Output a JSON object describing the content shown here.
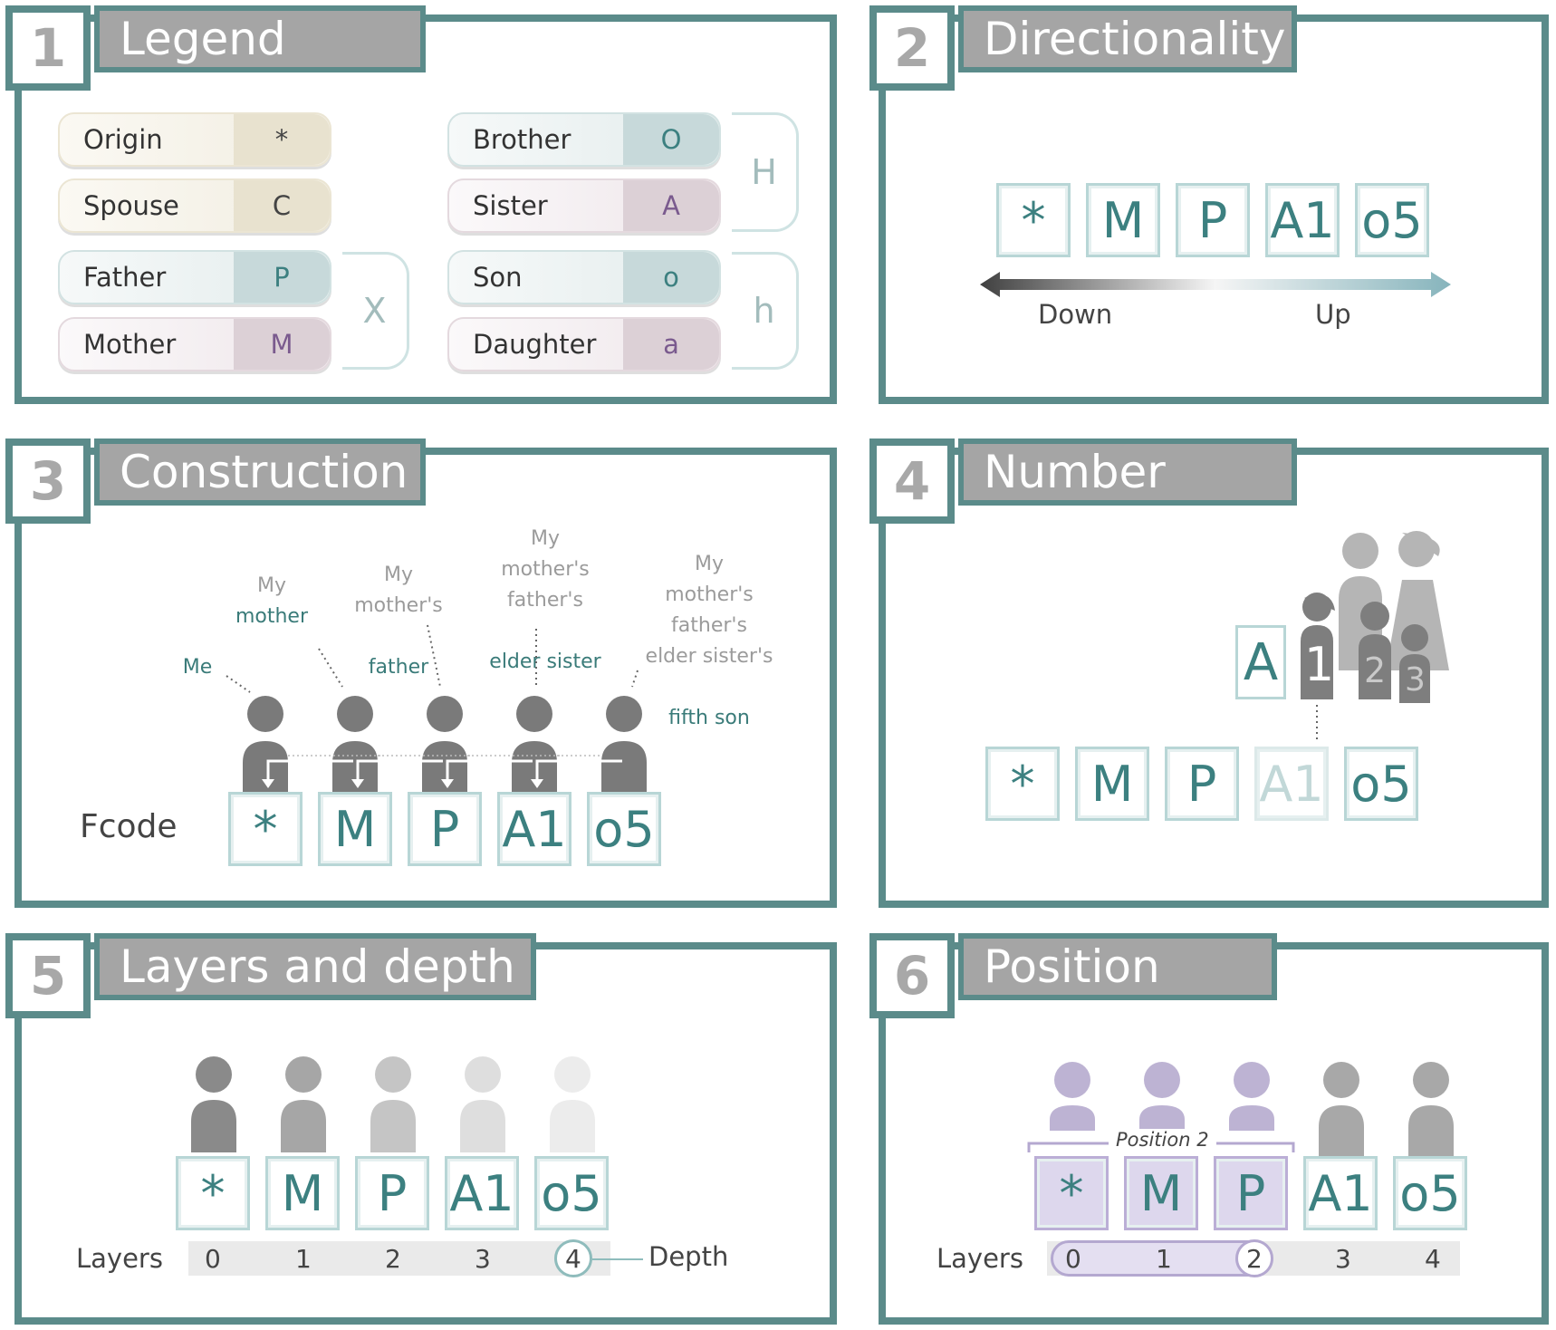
{
  "panels": [
    {
      "num": "1",
      "title": "Legend"
    },
    {
      "num": "2",
      "title": "Directionality"
    },
    {
      "num": "3",
      "title": "Construction"
    },
    {
      "num": "4",
      "title": "Number"
    },
    {
      "num": "5",
      "title": "Layers and depth"
    },
    {
      "num": "6",
      "title": "Position"
    }
  ],
  "legend": {
    "items": [
      {
        "label": "Origin",
        "code": "*"
      },
      {
        "label": "Spouse",
        "code": "C"
      },
      {
        "label": "Father",
        "code": "P"
      },
      {
        "label": "Mother",
        "code": "M"
      },
      {
        "label": "Brother",
        "code": "O"
      },
      {
        "label": "Sister",
        "code": "A"
      },
      {
        "label": "Son",
        "code": "o"
      },
      {
        "label": "Daughter",
        "code": "a"
      }
    ],
    "groups": [
      "X",
      "H",
      "h"
    ]
  },
  "fcode": [
    "*",
    "M",
    "P",
    "A1",
    "o5"
  ],
  "directionality": {
    "down": "Down",
    "up": "Up"
  },
  "construction": {
    "label": "Fcode",
    "captions": [
      {
        "grey": "",
        "teal": "Me"
      },
      {
        "grey": "My",
        "teal": "mother"
      },
      {
        "grey": "My\nmother's",
        "teal": "father"
      },
      {
        "grey": "My\nmother's\nfather's",
        "teal": "elder sister"
      },
      {
        "grey": "My\nmother's\nfather's\nelder sister's",
        "teal": "fifth son"
      }
    ]
  },
  "number": {
    "big_letter": "A",
    "siblings": [
      "1",
      "2",
      "3"
    ]
  },
  "layers": {
    "label": "Layers",
    "values": [
      "0",
      "1",
      "2",
      "3",
      "4"
    ],
    "depth_label": "Depth"
  },
  "position": {
    "label": "Position 2"
  }
}
